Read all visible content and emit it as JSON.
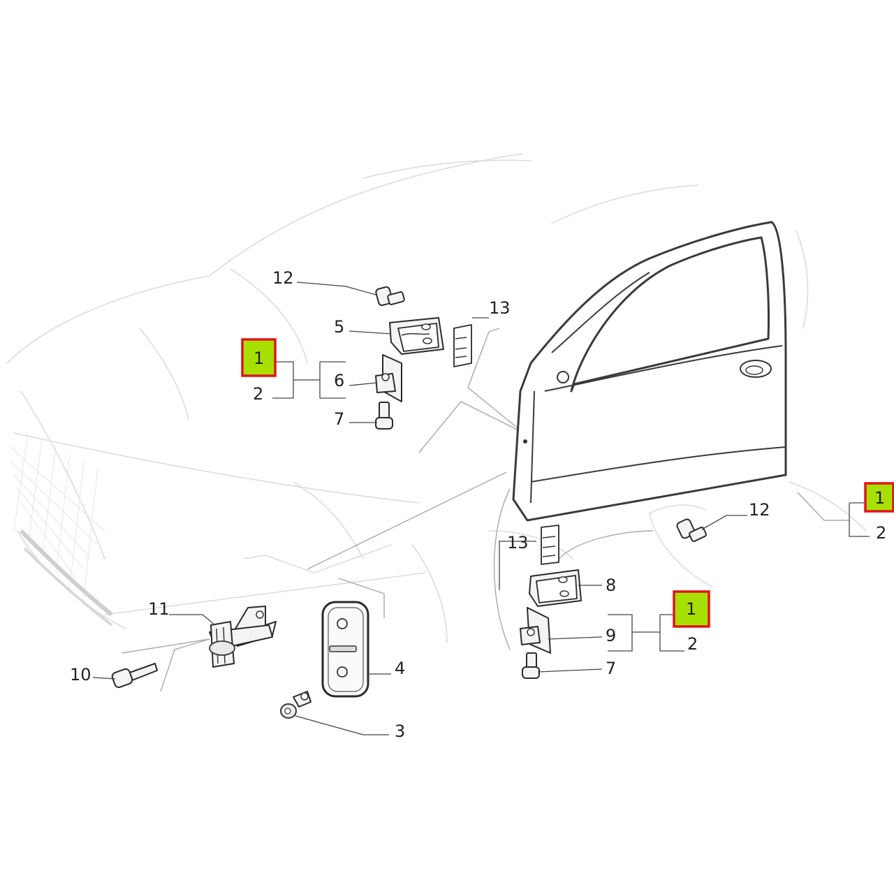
{
  "callouts": {
    "top_left": {
      "highlight": "1",
      "sub": "2",
      "bolt_top": "12",
      "hinge_upper": "5",
      "hinge_plate": "6",
      "bolt": "7",
      "shim": "13"
    },
    "right": {
      "highlight": "1",
      "sub": "2"
    },
    "bottom_middle": {
      "highlight": "1",
      "sub": "2",
      "bolt_top": "12",
      "shim": "13",
      "hinge_lower": "8",
      "hinge_plate": "9",
      "bolt": "7"
    },
    "check": {
      "strap": "11",
      "bolt": "10",
      "plate": "4",
      "pin": "3"
    }
  },
  "colors": {
    "highlight_fill": "#a7e000",
    "highlight_border": "#e0141e"
  }
}
